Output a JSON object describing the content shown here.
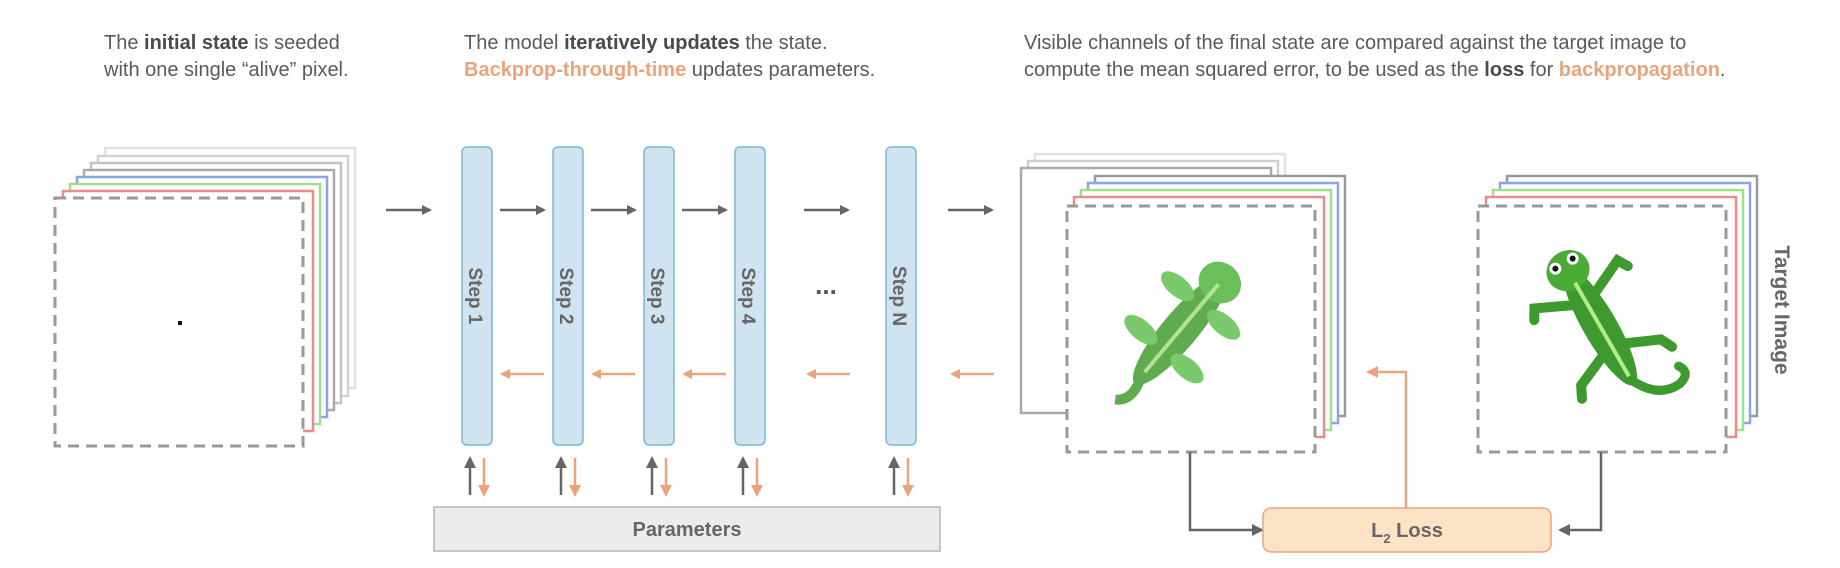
{
  "captions": {
    "initial": {
      "pre": "The ",
      "bold": "initial state",
      "post1": " is seeded",
      "line2": "with one single “alive” pixel."
    },
    "model": {
      "pre": "The model ",
      "bold": "iteratively updates",
      "post": " the state.",
      "highlight": "Backprop-through-time",
      "line2_post": " updates parameters."
    },
    "compare": {
      "line1": "Visible channels of the final state are compared against the target image to",
      "pre2": "compute the mean squared error, to be used as the ",
      "bold": "loss",
      "mid": " for ",
      "highlight": "backpropagation",
      "end": "."
    }
  },
  "steps": [
    "Step 1",
    "Step 2",
    "Step 3",
    "Step 4",
    "Step N"
  ],
  "ellipsis": "...",
  "parameters_label": "Parameters",
  "loss_label": {
    "base": "L",
    "sub": "2",
    "rest": " Loss"
  },
  "target_label": "Target Image",
  "colors": {
    "step_fill": "#cfe3f1",
    "step_stroke": "#7fb6d9",
    "backprop": "#e8a57c",
    "forward": "#666666",
    "params_fill": "#ececec",
    "loss_fill": "#fde3c5",
    "loss_stroke": "#e8a57c",
    "layer_red": "#f08a8a",
    "layer_green": "#9de08e",
    "layer_blue": "#8aa4e8",
    "layer_gray": "#9a9a9a"
  },
  "icons": [
    "lizard-icon",
    "lizard-target-icon",
    "alive-pixel-icon"
  ]
}
